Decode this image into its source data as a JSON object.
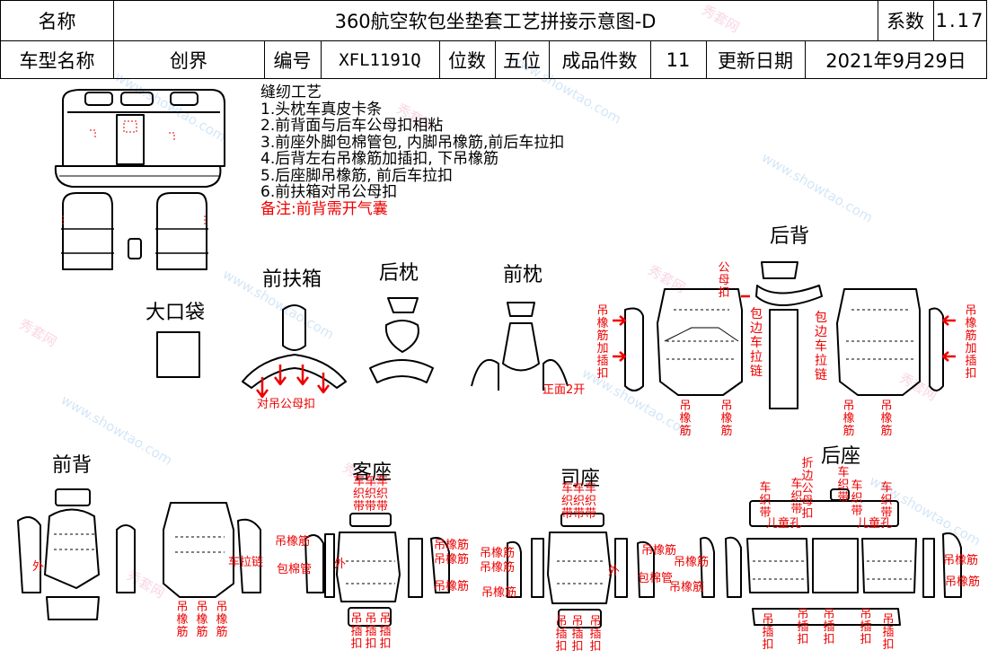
{
  "header": {
    "row1": {
      "name_label": "名称",
      "title": "360航空软包坐垫套工艺拼接示意图-D",
      "coef_label": "系数",
      "coef_value": "1.17"
    },
    "row2": {
      "model_label": "车型名称",
      "model_value": "创界",
      "code_label": "编号",
      "code_value": "XFL1191Q",
      "seats_label": "位数",
      "seats_value": "五位",
      "pieces_label": "成品件数",
      "pieces_value": "11",
      "date_label": "更新日期",
      "date_value": "2021年9月29日"
    }
  },
  "notes": {
    "heading": "缝纫工艺",
    "items": [
      "1.头枕车真皮卡条",
      "2.前背面与后车公母扣相粘",
      "3.前座外脚包棉管包, 内脚吊橡筋,前后车拉扣",
      "4.后背左右吊橡筋加插扣, 下吊橡筋",
      "5.后座脚吊橡筋, 前后车拉扣",
      "6.前扶箱对吊公母扣"
    ],
    "remark": "备注:前背需开气囊"
  },
  "section_titles": {
    "big_pocket": "大口袋",
    "front_armrest": "前扶箱",
    "rear_headrest": "后枕",
    "front_headrest": "前枕",
    "rear_back": "后背",
    "front_back": "前背",
    "passenger_seat": "客座",
    "driver_seat": "司座",
    "rear_seat": "后座"
  },
  "labels": {
    "armrest_snap": "对吊公母扣",
    "headrest_open": "正面2开",
    "rear_back_mf": "公母扣",
    "hang_rubber_plug": "吊橡筋加插扣",
    "edge_zip": "包边车拉链",
    "hang_rubber": "吊橡筋",
    "outer": "外",
    "zipper": "车拉链",
    "cotton_pipe": "包棉管",
    "belt3": "车车车",
    "belt3b": "织织织",
    "belt3c": "带带带",
    "hang_plug": "吊插扣",
    "fold_edge": "折边公母扣",
    "belt": "车织带",
    "child_hole": "儿童孔"
  },
  "watermark": {
    "cn": "秀套网",
    "en": "www.showtao.com"
  },
  "colors": {
    "annotation_red": "#e00000",
    "watermark_blue": "#3c8cdc",
    "watermark_pink": "#e65a96"
  }
}
